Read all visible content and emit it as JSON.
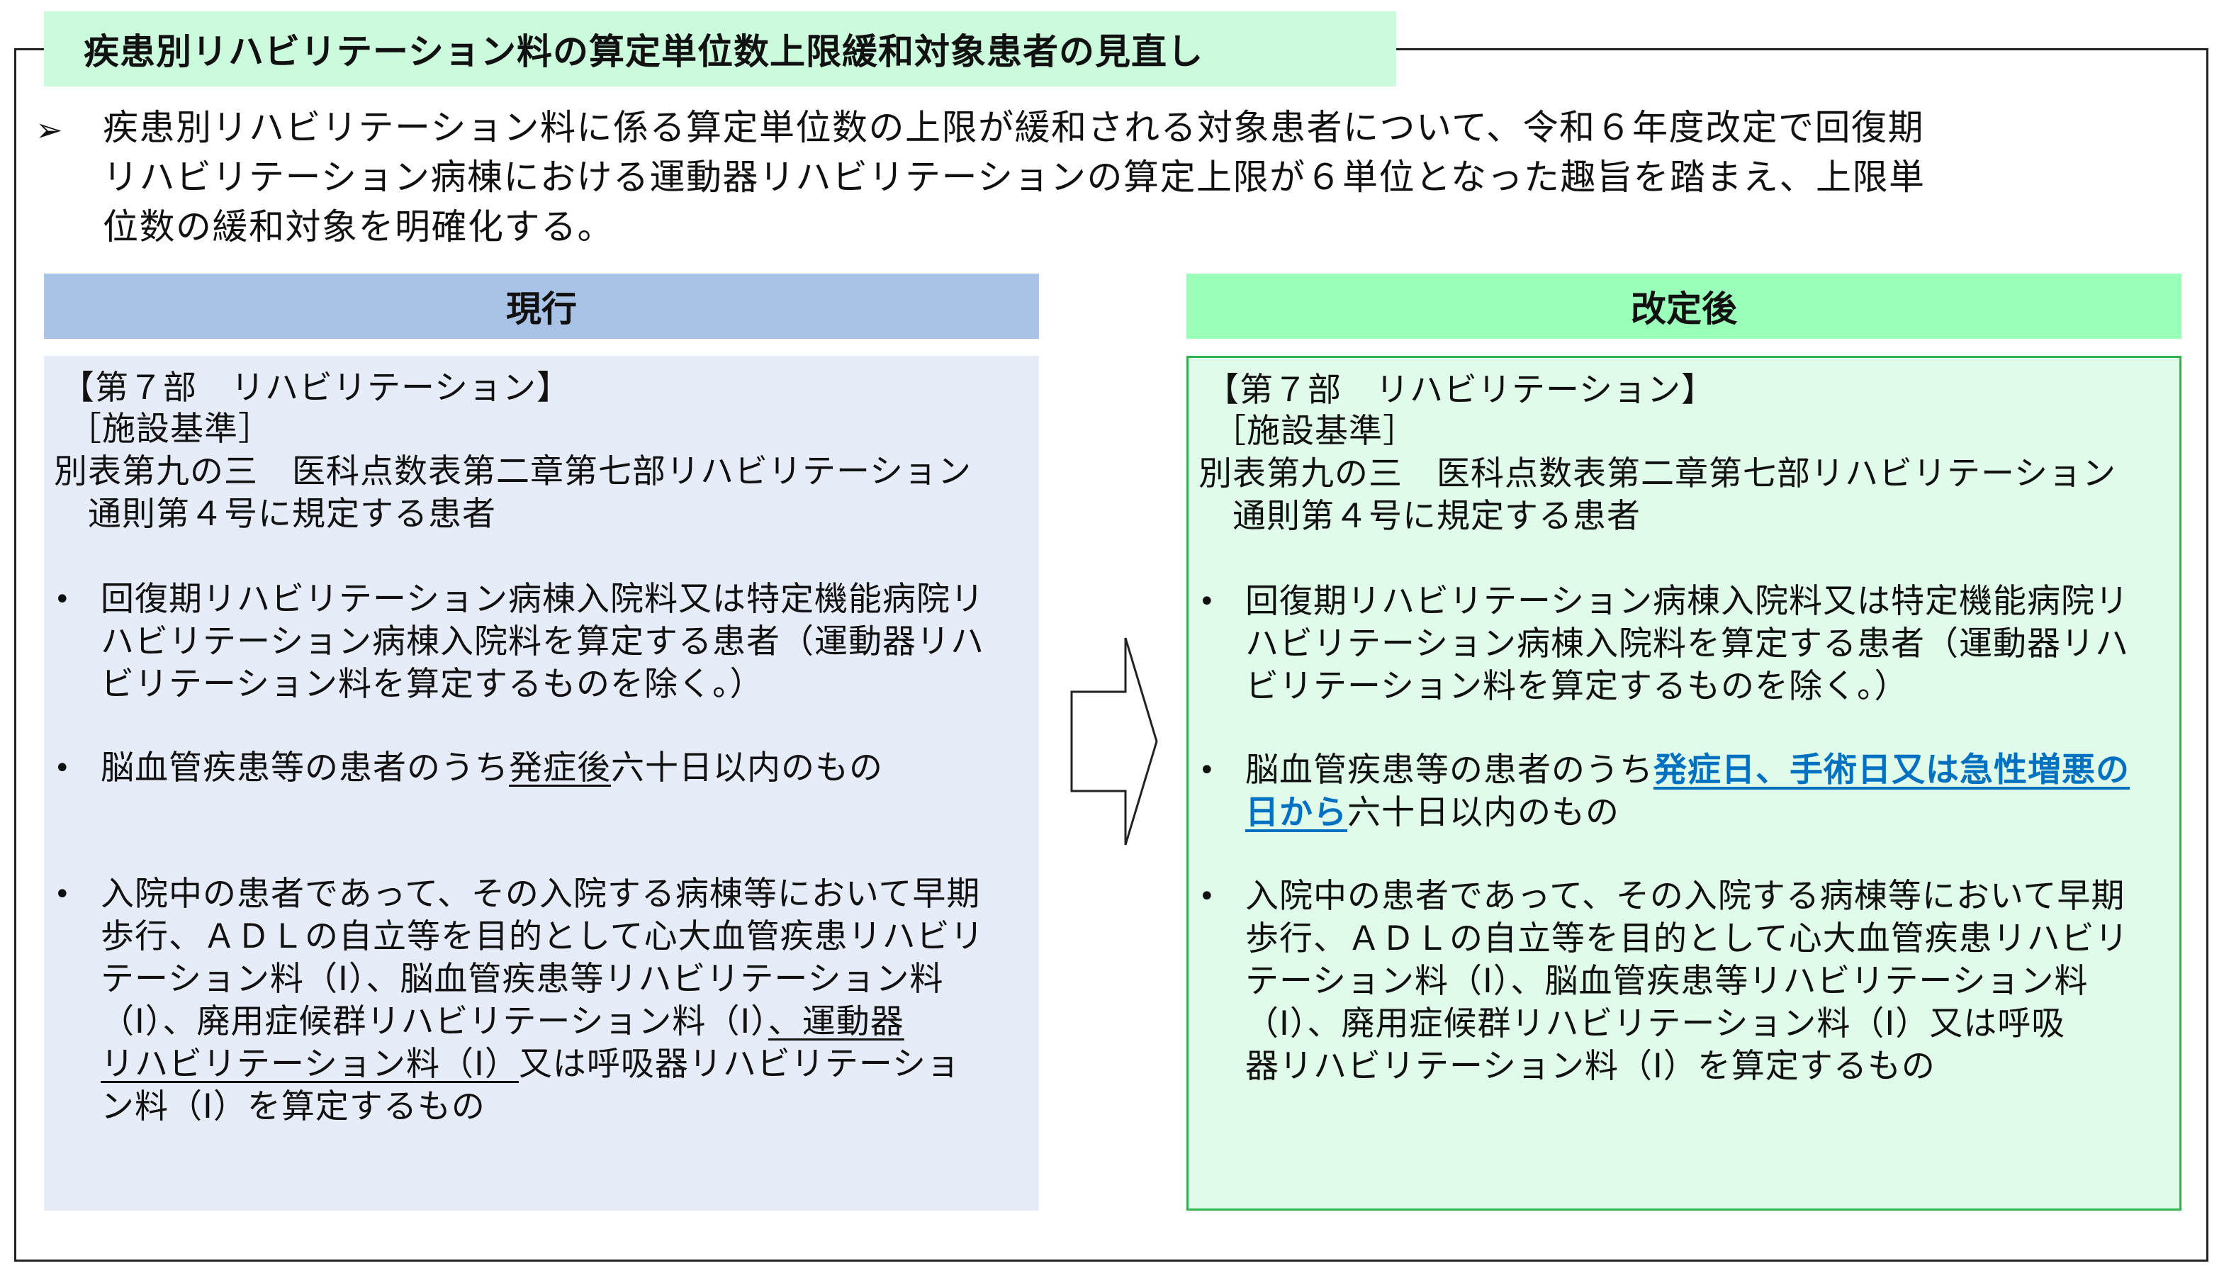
{
  "title": "疾患別リハビリテーション料の算定単位数上限緩和対象患者の見直し",
  "lead": {
    "marker": "➢",
    "lines": [
      "疾患別リハビリテーション料に係る算定単位数の上限が緩和される対象患者について、令和６年度改定で回復期",
      "リハビリテーション病棟における運動器リハビリテーションの算定上限が６単位となった趣旨を踏まえ、上限単",
      "位数の緩和対象を明確化する。"
    ]
  },
  "panels": {
    "current": {
      "header": "現行",
      "intro": [
        "【第７部　リハビリテーション】",
        "［施設基準］",
        "別表第九の三　医科点数表第二章第七部リハビリテーション",
        "　通則第４号に規定する患者"
      ],
      "bullets": [
        {
          "lines": [
            [
              {
                "text": "回復期リハビリテーション病棟入院料又は特定機能病院リ",
                "style": ""
              }
            ],
            [
              {
                "text": "ハビリテーション病棟入院料を算定する患者（運動器リハ",
                "style": ""
              }
            ],
            [
              {
                "text": "ビリテーション料を算定するものを除く。）",
                "style": ""
              }
            ]
          ]
        },
        {
          "lines": [
            [
              {
                "text": "脳血管疾患等の患者のうち",
                "style": ""
              },
              {
                "text": "発症後",
                "style": "u"
              },
              {
                "text": "六十日以内のもの",
                "style": ""
              }
            ]
          ]
        },
        {
          "lines": [
            [
              {
                "text": "入院中の患者であって、その入院する病棟等において早期",
                "style": ""
              }
            ],
            [
              {
                "text": "歩行、ＡＤＬの自立等を目的として心大血管疾患リハビリ",
                "style": ""
              }
            ],
            [
              {
                "text": "テーション料（Ⅰ）、脳血管疾患等リハビリテーション料",
                "style": ""
              }
            ],
            [
              {
                "text": "（Ⅰ）、廃用症候群リハビリテーション料（Ⅰ）",
                "style": ""
              },
              {
                "text": "、運動器",
                "style": "u"
              }
            ],
            [
              {
                "text": "リハビリテーション料（Ⅰ）",
                "style": "u"
              },
              {
                "text": "又は呼吸器リハビリテーショ",
                "style": ""
              }
            ],
            [
              {
                "text": "ン料（Ⅰ）を算定するもの",
                "style": ""
              }
            ]
          ]
        }
      ]
    },
    "revised": {
      "header": "改定後",
      "intro": [
        "【第７部　リハビリテーション】",
        "［施設基準］",
        "別表第九の三　医科点数表第二章第七部リハビリテーション",
        "　通則第４号に規定する患者"
      ],
      "bullets": [
        {
          "lines": [
            [
              {
                "text": "回復期リハビリテーション病棟入院料又は特定機能病院リ",
                "style": ""
              }
            ],
            [
              {
                "text": "ハビリテーション病棟入院料を算定する患者（運動器リハ",
                "style": ""
              }
            ],
            [
              {
                "text": "ビリテーション料を算定するものを除く。）",
                "style": ""
              }
            ]
          ]
        },
        {
          "lines": [
            [
              {
                "text": "脳血管疾患等の患者のうち",
                "style": ""
              },
              {
                "text": "発症日、手術日又は急性増悪の",
                "style": "hl"
              }
            ],
            [
              {
                "text": "日から",
                "style": "hl"
              },
              {
                "text": "六十日以内のもの",
                "style": ""
              }
            ]
          ]
        },
        {
          "lines": [
            [
              {
                "text": "入院中の患者であって、その入院する病棟等において早期",
                "style": ""
              }
            ],
            [
              {
                "text": "歩行、ＡＤＬの自立等を目的として心大血管疾患リハビリ",
                "style": ""
              }
            ],
            [
              {
                "text": "テーション料（Ⅰ）、脳血管疾患等リハビリテーション料",
                "style": ""
              }
            ],
            [
              {
                "text": "（Ⅰ）、廃用症候群リハビリテーション料（Ⅰ）又は呼吸",
                "style": ""
              }
            ],
            [
              {
                "text": "器リハビリテーション料（Ⅰ）を算定するもの",
                "style": ""
              }
            ]
          ]
        }
      ]
    }
  },
  "bullet_glyph": "•",
  "colors": {
    "title_bg": "#ccfadc",
    "current_header": "#a9c3e6",
    "revised_header": "#99ffb9",
    "current_bg": "#e6ecf8",
    "revised_bg": "#e0fbe9",
    "revised_border": "#33b24d",
    "highlight": "#0070c0"
  }
}
